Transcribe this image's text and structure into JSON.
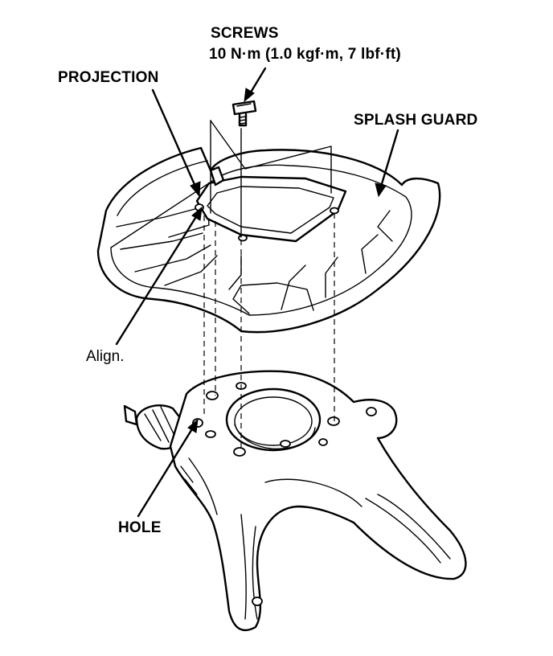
{
  "labels": {
    "screws_title": "SCREWS",
    "screws_torque": "10 N·m (1.0 kgf·m, 7 lbf·ft)",
    "projection": "PROJECTION",
    "splash_guard": "SPLASH GUARD",
    "align": "Align.",
    "hole": "HOLE"
  }
}
